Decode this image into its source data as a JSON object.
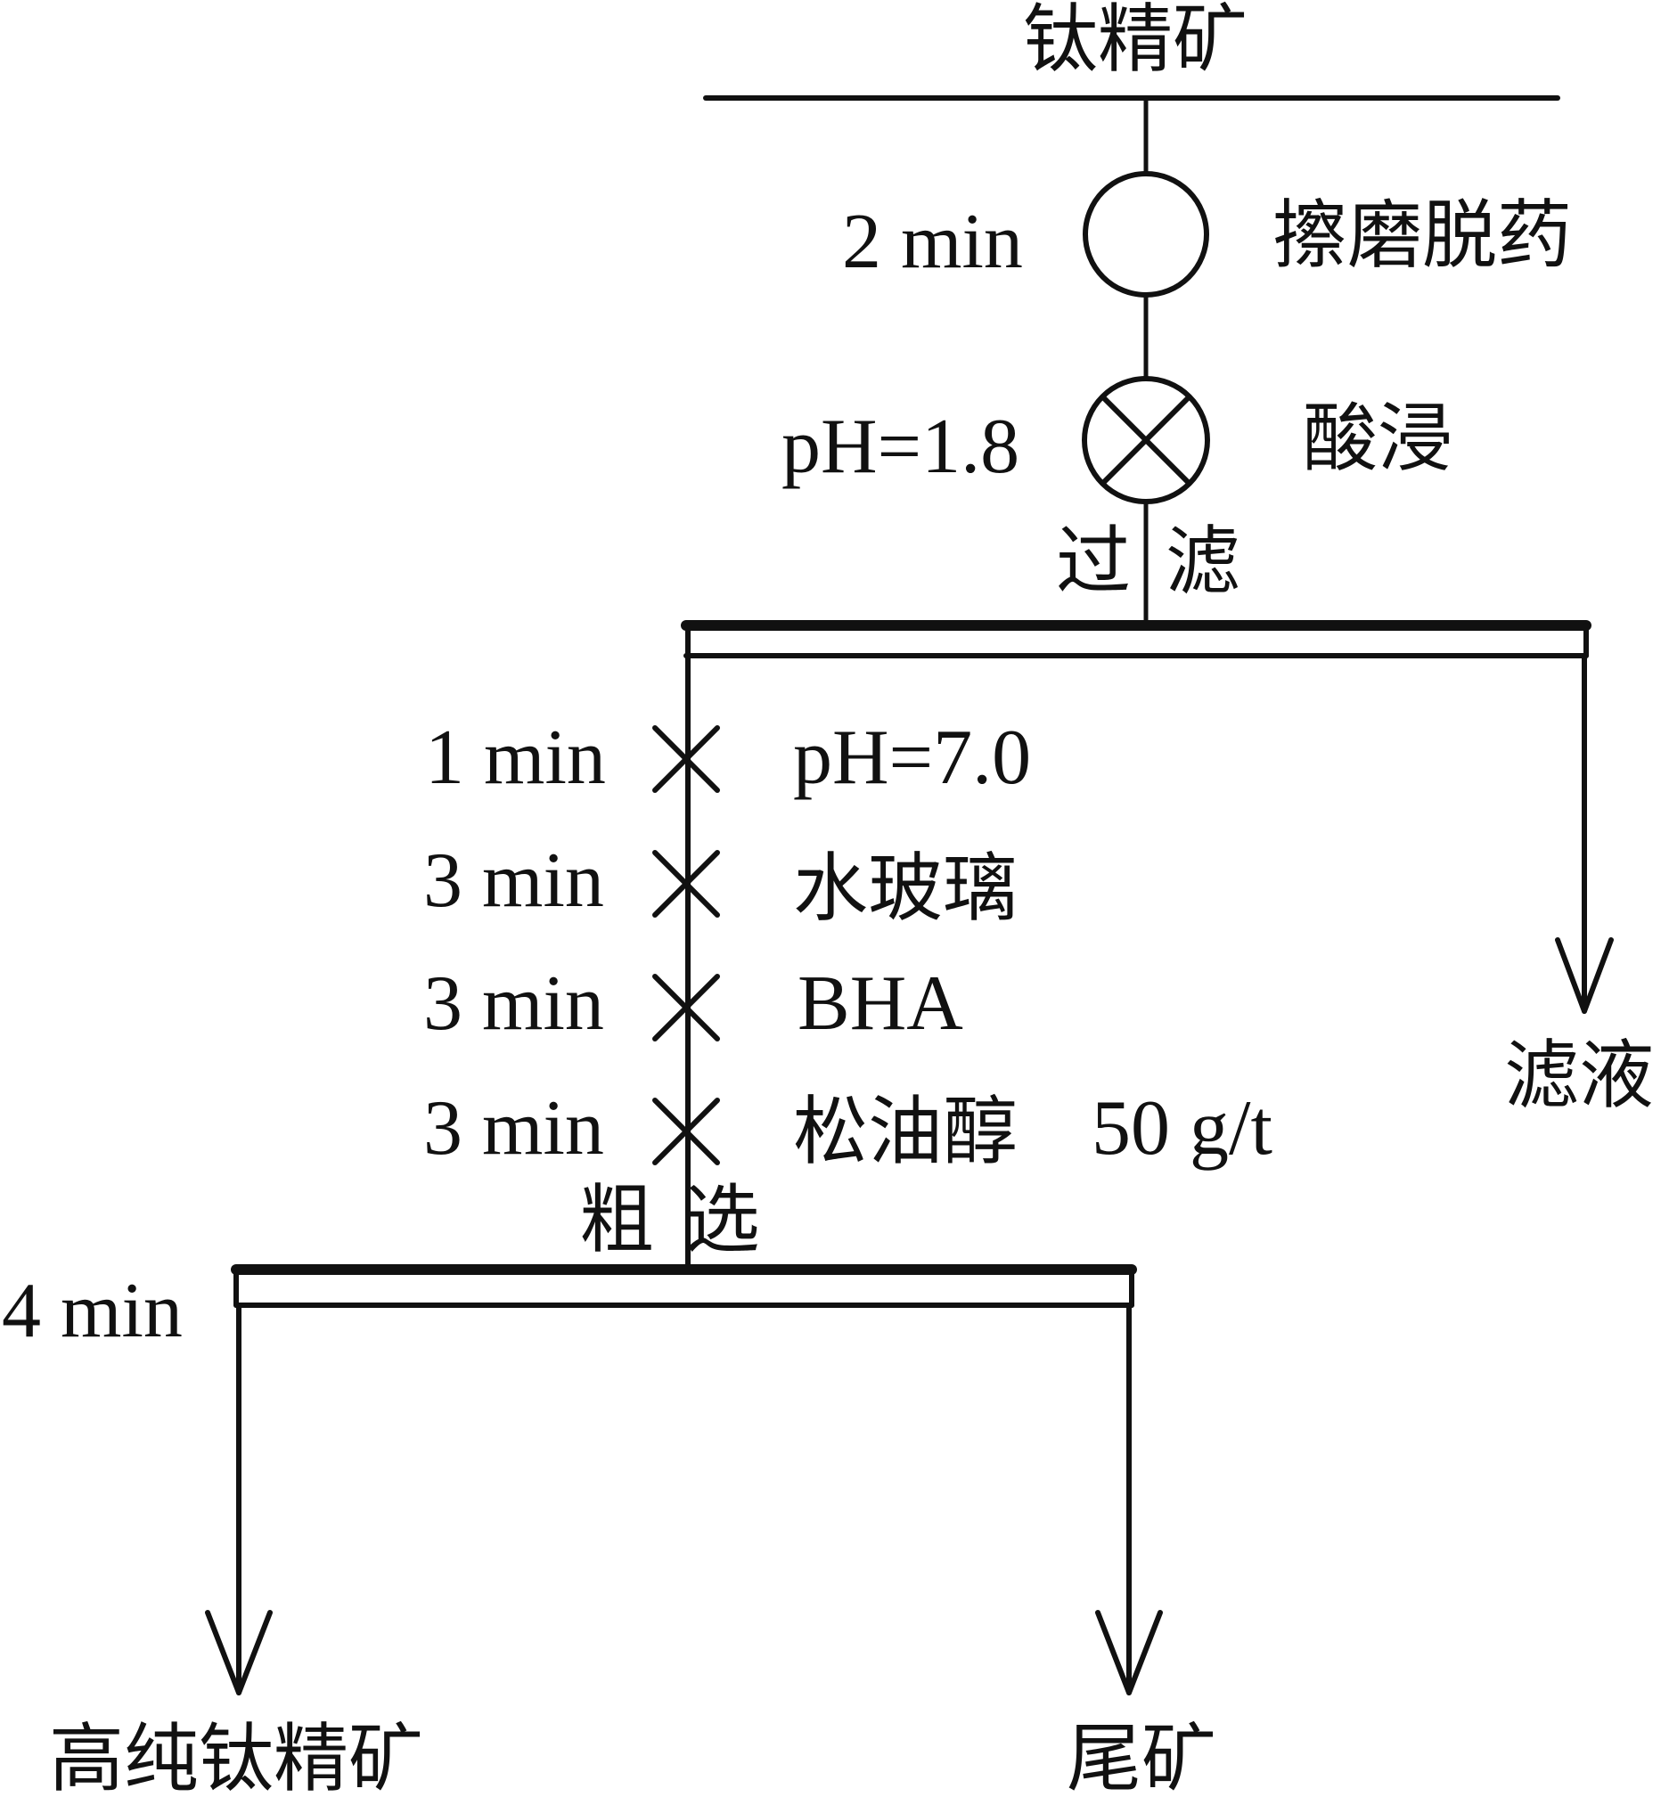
{
  "labels": {
    "feed": "钛精矿",
    "scrub_time": "2 min",
    "scrub": "擦磨脱药",
    "acid_ph": "pH=1.8",
    "acid_leach": "酸浸",
    "filter": "过 滤",
    "filtrate": "滤液",
    "cond_1_time": "1 min",
    "cond_1_reagent": "pH=7.0",
    "cond_2_time": "3 min",
    "cond_2_reagent": "水玻璃",
    "cond_3_time": "3 min",
    "cond_3_reagent": "BHA",
    "cond_4_time": "3 min",
    "cond_4_reagent": "松油醇",
    "cond_4_dosage": "50 g/t",
    "rougher": "粗 选",
    "rougher_time": "4 min",
    "concentrate": "高纯钛精矿",
    "tailings": "尾矿"
  },
  "icons": {
    "scrub_symbol": "open-circle",
    "leach_symbol": "circle-with-cross",
    "conditioning_symbol": "cross-mark",
    "separation_symbol": "double-line-bar",
    "product_symbol": "down-arrow"
  },
  "colors": {
    "line": "#111111",
    "background": "#ffffff"
  }
}
